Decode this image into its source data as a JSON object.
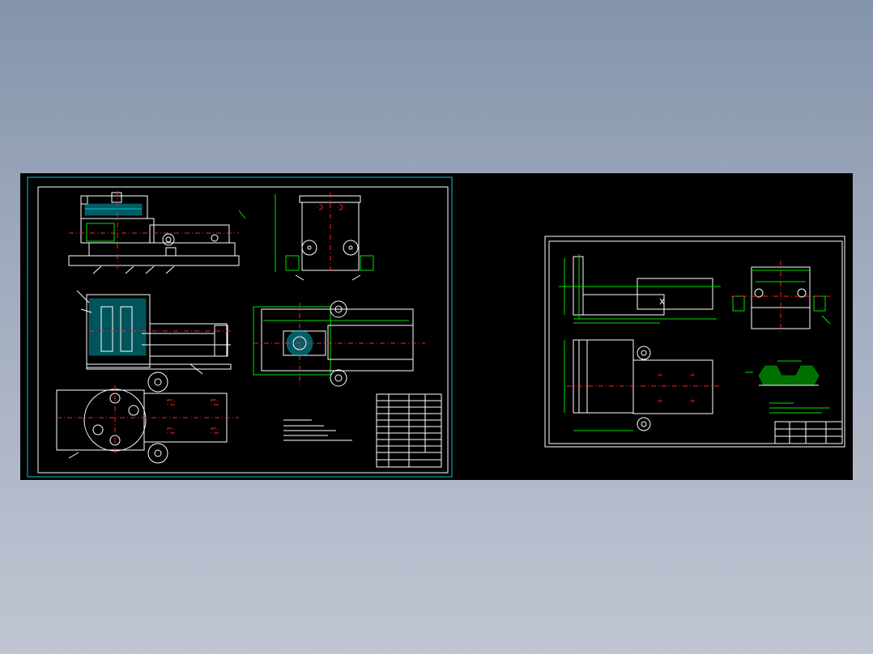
{
  "colors": {
    "background_top": "#8494ac",
    "background_bottom": "#c0c5d2",
    "drawing_canvas": "#000000",
    "outline": "#ffffff",
    "hidden_lines": "#00e000",
    "center_lines": "#ff2020",
    "section_hatch": "#00c8d8",
    "notes": "#00ff00"
  },
  "sheets": [
    {
      "id": "assembly-drawing",
      "views": [
        "front-section-view",
        "side-view",
        "top-section-view",
        "plan-view",
        "bottom-view"
      ],
      "has_title_block": true,
      "has_parts_list": true,
      "has_technical_notes": true
    },
    {
      "id": "part-drawing",
      "views": [
        "front-view",
        "end-view",
        "top-view",
        "detail-section"
      ],
      "has_title_block": true,
      "has_technical_notes": true
    }
  ]
}
